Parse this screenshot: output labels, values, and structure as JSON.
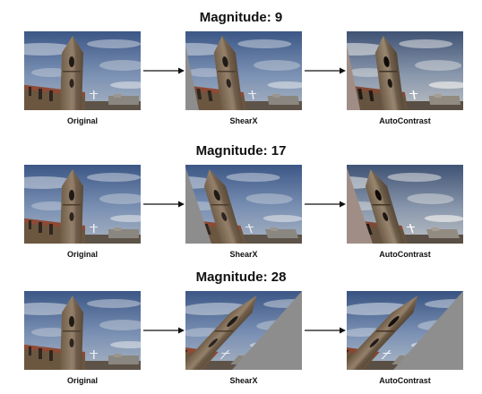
{
  "figure": {
    "sections": [
      {
        "title": "Magnitude: 9",
        "captions": [
          "Original",
          "ShearX",
          "AutoContrast"
        ]
      },
      {
        "title": "Magnitude: 17",
        "captions": [
          "Original",
          "ShearX",
          "AutoContrast"
        ]
      },
      {
        "title": "Magnitude: 28",
        "captions": [
          "Original",
          "ShearX",
          "AutoContrast"
        ]
      }
    ],
    "image_subject": "church-tower-photo",
    "arrow_icon": "right-arrow-icon",
    "colors": {
      "fill_gray": "#8d8d8d",
      "fill_gray_autocontrast": "#9a8784",
      "text": "#111111"
    }
  }
}
